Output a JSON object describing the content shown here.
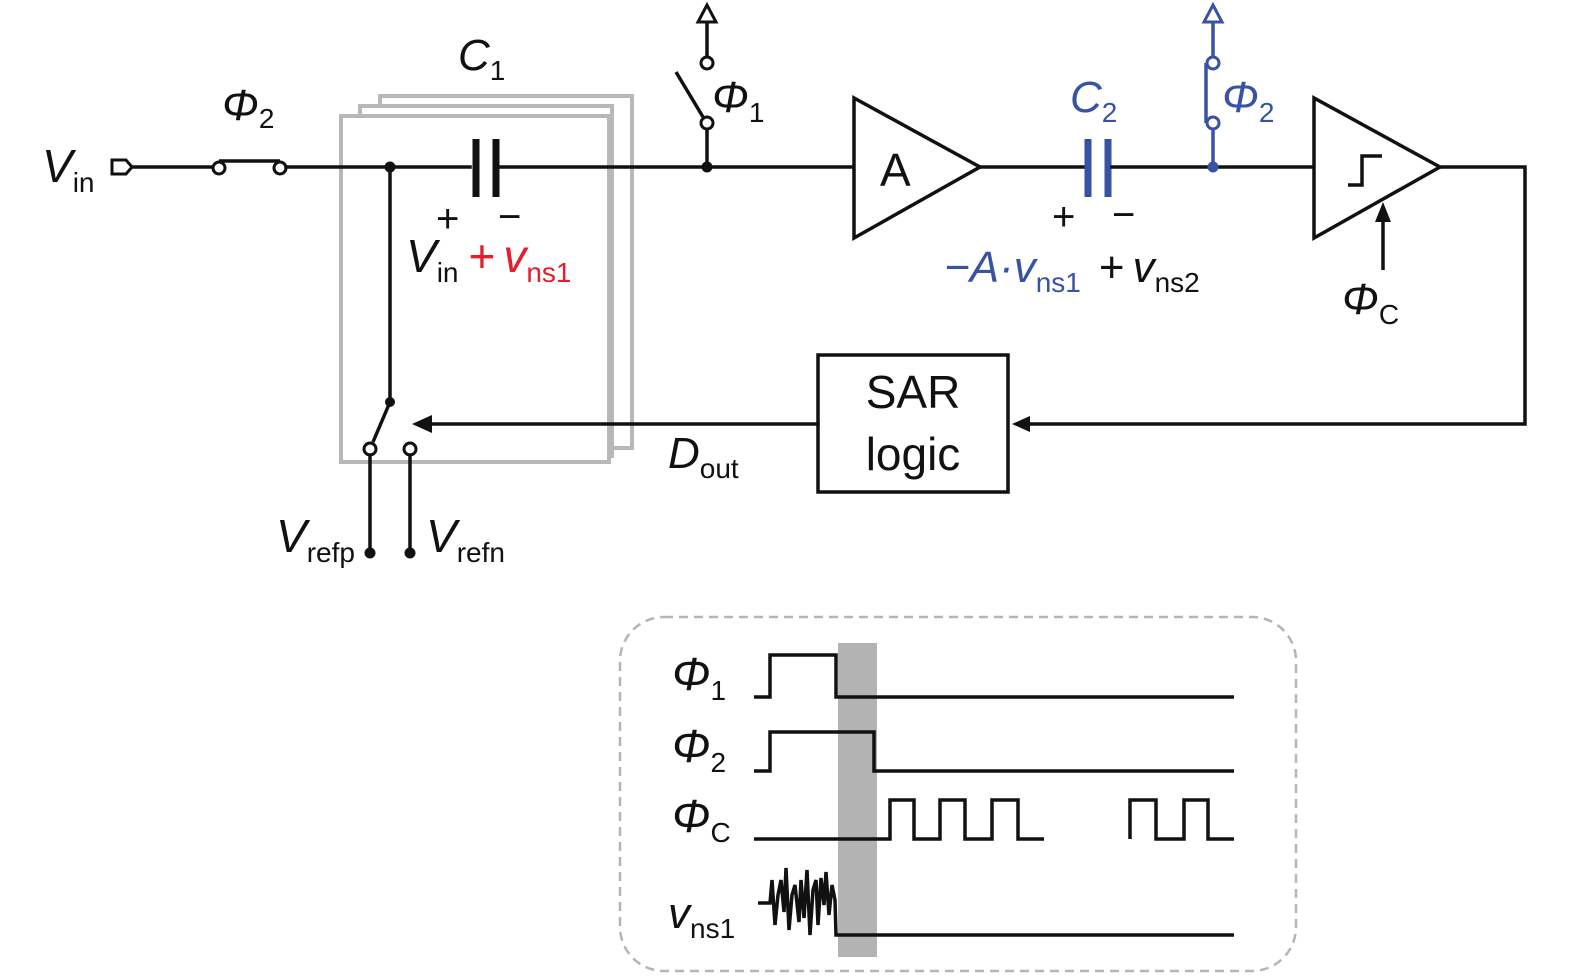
{
  "colors": {
    "ink": "#111111",
    "blue": "#3852a4",
    "red": "#e0202a",
    "ghost": "#b8b8b8",
    "shade": "#b3b3b3",
    "frame": "#b5b5b5"
  },
  "labels": {
    "vin": {
      "main": "V",
      "sub": "in"
    },
    "phi2_left": {
      "main": "Φ",
      "sub": "2"
    },
    "c1": {
      "main": "C",
      "sub": "1"
    },
    "c1_plus": "+",
    "c1_minus": "−",
    "c1_charge_vin": {
      "main": "V",
      "sub": "in"
    },
    "c1_charge_plus": "+",
    "c1_charge_vns": {
      "main": "v",
      "sub": "ns1"
    },
    "phi1_switch": {
      "main": "Φ",
      "sub": "1"
    },
    "amp": "A",
    "c2": {
      "main": "C",
      "sub": "2"
    },
    "c2_plus": "+",
    "c2_minus": "−",
    "c2_charge_a": "−A·",
    "c2_charge_vns1": {
      "main": "v",
      "sub": "ns1"
    },
    "c2_charge_plus": "+",
    "c2_charge_vns2": {
      "main": "v",
      "sub": "ns2"
    },
    "phi2_right": {
      "main": "Φ",
      "sub": "2"
    },
    "phic": {
      "main": "Φ",
      "sub": "C"
    },
    "sar_line1": "SAR",
    "sar_line2": "logic",
    "dout": {
      "main": "D",
      "sub": "out"
    },
    "vrefp": {
      "main": "V",
      "sub": "refp"
    },
    "vrefn": {
      "main": "V",
      "sub": "refn"
    }
  },
  "timing": {
    "rows": [
      {
        "name": "phi1",
        "label": {
          "main": "Φ",
          "sub": "1"
        }
      },
      {
        "name": "phi2",
        "label": {
          "main": "Φ",
          "sub": "2"
        }
      },
      {
        "name": "phic",
        "label": {
          "main": "Φ",
          "sub": "C"
        }
      },
      {
        "name": "vns1",
        "label": {
          "main": "v",
          "sub": "ns1"
        }
      }
    ]
  }
}
